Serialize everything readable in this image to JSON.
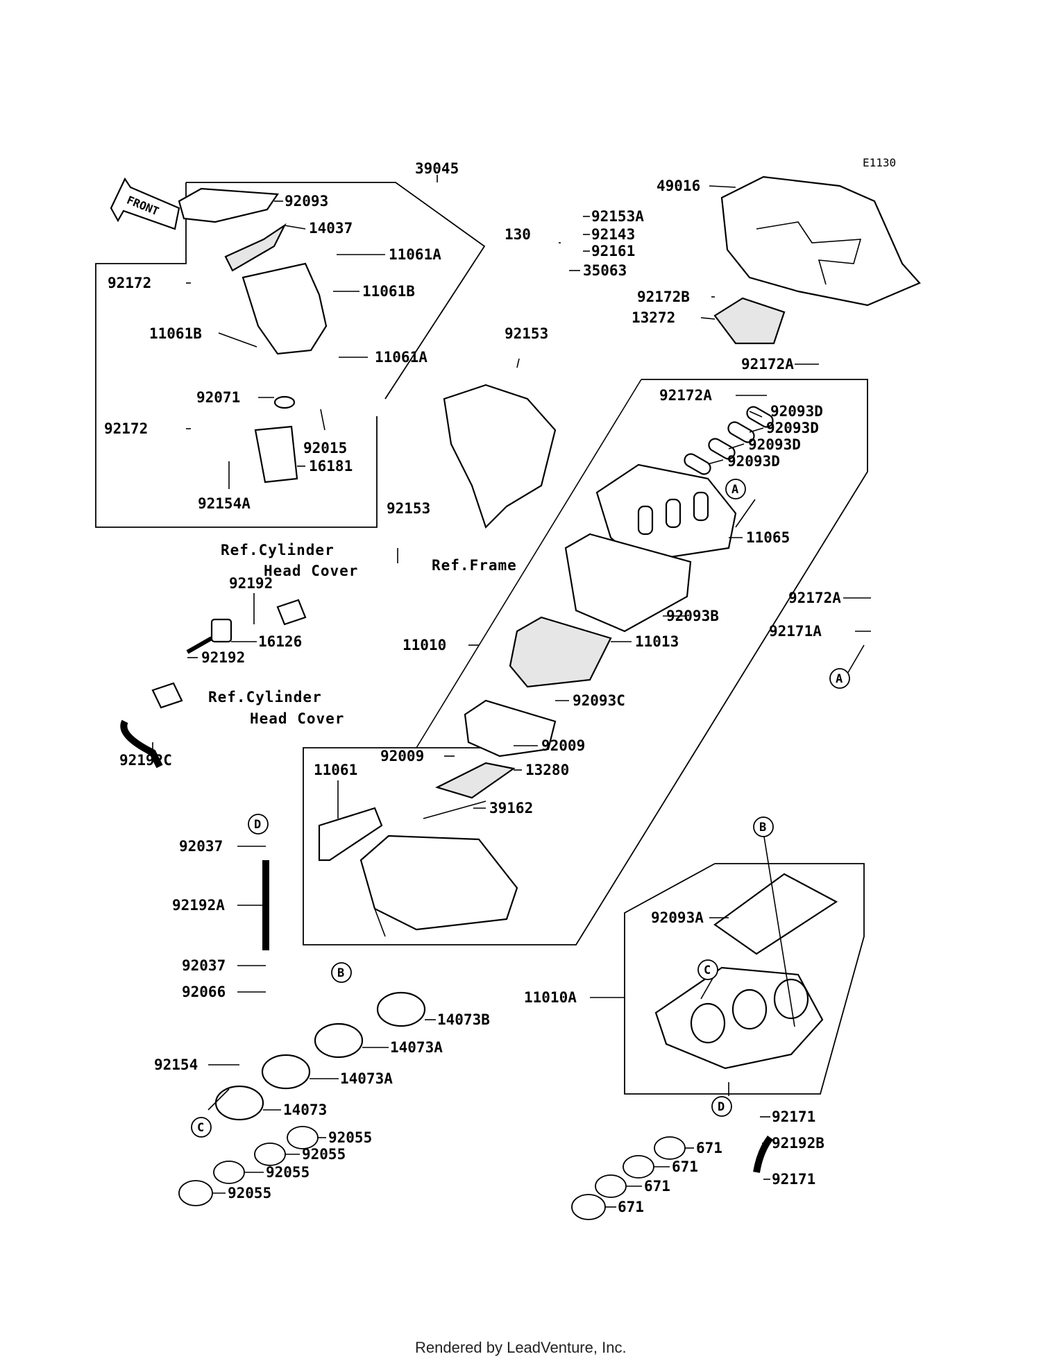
{
  "diagram_code": "E1130",
  "front_label": "FRONT",
  "footer": "Rendered by LeadVenture, Inc.",
  "refs": {
    "cyl_head_1_a": "Ref.Cylinder",
    "cyl_head_1_b": "Head Cover",
    "cyl_head_2_a": "Ref.Cylinder",
    "cyl_head_2_b": "Head Cover",
    "frame": "Ref.Frame"
  },
  "callouts": {
    "a": "A",
    "b": "B",
    "c": "C",
    "d": "D"
  },
  "parts": {
    "p39045": "39045",
    "p92093": "92093",
    "p14037": "14037",
    "p11061A_1": "11061A",
    "p11061B_1": "11061B",
    "p92172_1": "92172",
    "p11061B_2": "11061B",
    "p11061A_2": "11061A",
    "p92071": "92071",
    "p92172_2": "92172",
    "p92015": "92015",
    "p16181": "16181",
    "p92154A": "92154A",
    "p92153A": "92153A",
    "p130": "130",
    "p92143": "92143",
    "p92161": "92161",
    "p35063": "35063",
    "p92153_1": "92153",
    "p92153_2": "92153",
    "p49016": "49016",
    "p92172B": "92172B",
    "p13272": "13272",
    "p92172A_1": "92172A",
    "p92172A_2": "92172A",
    "p92093D_1": "92093D",
    "p92093D_2": "92093D",
    "p92093D_3": "92093D",
    "p92093D_4": "92093D",
    "p11065": "11065",
    "p92172A_3": "92172A",
    "p92171A": "92171A",
    "p92093B": "92093B",
    "p11013": "11013",
    "p11010": "11010",
    "p92093C": "92093C",
    "p92009_1": "92009",
    "p92009_2": "92009",
    "p13280": "13280",
    "p11061": "11061",
    "p39162": "39162",
    "p92192_1": "92192",
    "p16126": "16126",
    "p92192_2": "92192",
    "p92192C": "92192C",
    "p92037_1": "92037",
    "p92192A": "92192A",
    "p92037_2": "92037",
    "p92066": "92066",
    "p14073B": "14073B",
    "p14073A_1": "14073A",
    "p14073A_2": "14073A",
    "p92154": "92154",
    "p14073": "14073",
    "p92055_1": "92055",
    "p92055_2": "92055",
    "p92055_3": "92055",
    "p92055_4": "92055",
    "p92093A": "92093A",
    "p11010A": "11010A",
    "p92171_1": "92171",
    "p92192B": "92192B",
    "p92171_2": "92171",
    "p671_1": "671",
    "p671_2": "671",
    "p671_3": "671",
    "p671_4": "671"
  }
}
